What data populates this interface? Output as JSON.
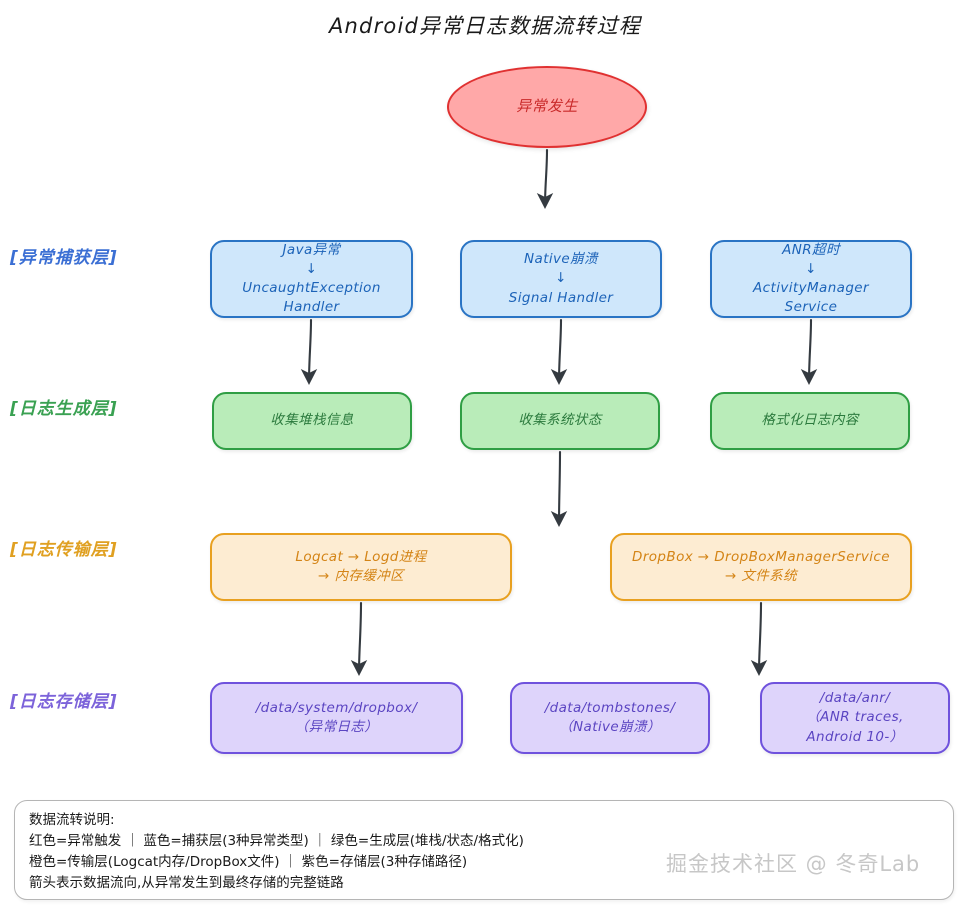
{
  "title": "Android异常日志数据流转过程",
  "colors": {
    "red": "#e03131",
    "blue": "#2a74c4",
    "green": "#2f9e44",
    "orange": "#e8a020",
    "purple": "#6f52dd",
    "arrow": "#343a40"
  },
  "layers": [
    {
      "key": "capture",
      "label": "[异常捕获层]"
    },
    {
      "key": "generate",
      "label": "[日志生成层]"
    },
    {
      "key": "transmit",
      "label": "[日志传输层]"
    },
    {
      "key": "storage",
      "label": "[日志存储层]"
    }
  ],
  "nodes": {
    "start": "异常发生",
    "capture": [
      "Java异常\n↓\nUncaughtException\nHandler",
      "Native崩溃\n↓\nSignal Handler",
      "ANR超时\n↓\nActivityManager\nService"
    ],
    "generate": [
      "收集堆栈信息",
      "收集系统状态",
      "格式化日志内容"
    ],
    "transmit": [
      "Logcat → Logd进程\n→ 内存缓冲区",
      "DropBox → DropBoxManagerService\n→ 文件系统"
    ],
    "storage": [
      "/data/system/dropbox/\n（异常日志）",
      "/data/tombstones/\n（Native崩溃）",
      "/data/anr/\n（ANR traces,\nAndroid 10-）"
    ]
  },
  "legend": {
    "lines": [
      "数据流转说明:",
      "红色=异常触发 ｜ 蓝色=捕获层(3种异常类型) ｜ 绿色=生成层(堆栈/状态/格式化)",
      "橙色=传输层(Logcat内存/DropBox文件) ｜ 紫色=存储层(3种存储路径)",
      "箭头表示数据流向,从异常发生到最终存储的完整链路"
    ]
  },
  "watermark": "掘金技术社区 @ 冬奇Lab"
}
